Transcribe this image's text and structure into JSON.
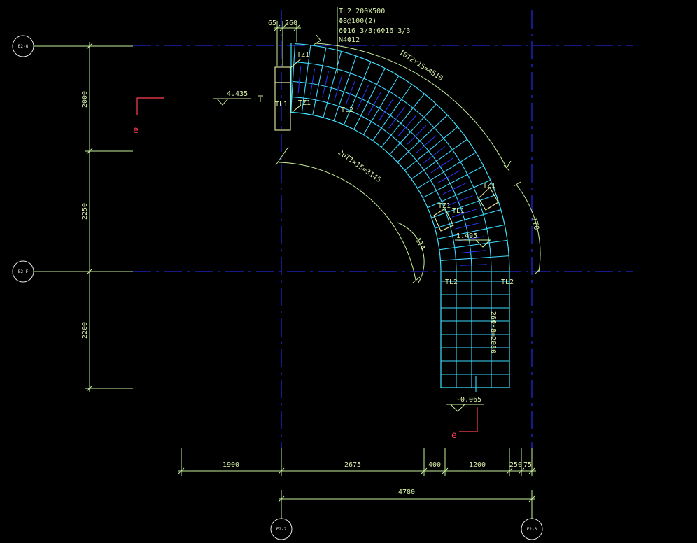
{
  "axes": {
    "row_top": "E2-G",
    "row_mid": "E2-F",
    "col_left": "E2-2",
    "col_right": "E2-3"
  },
  "left_dims": [
    "2000",
    "2250",
    "2200"
  ],
  "bottom_dims": [
    "1900",
    "2675",
    "400",
    "1200",
    "250",
    "75"
  ],
  "overall_dim": "4780",
  "top_dims": [
    "65",
    "260"
  ],
  "beam_note": [
    "TL2 200X500",
    "Φ8@100(2)",
    "6Φ16 3/3;6Φ16 3/3",
    "N4Φ12"
  ],
  "outer_arc_label": "10T2×15=4510",
  "inner_arc_label": "20T1×15=3145",
  "small_arc_left": "1T4",
  "small_arc_right": "1T0",
  "straight_label": "26Φ×8=2080",
  "elevations": [
    "4.435",
    "1.495",
    "-0.065"
  ],
  "tags": {
    "tz1": "TZ1",
    "tl1": "TL1",
    "tl2": "TL2"
  },
  "section_mark": "e",
  "colors": {
    "axis": "#2028d8",
    "dimension": "#c8f09c",
    "stair_edge": "#40e0ff",
    "section_mark": "#ff4050"
  }
}
